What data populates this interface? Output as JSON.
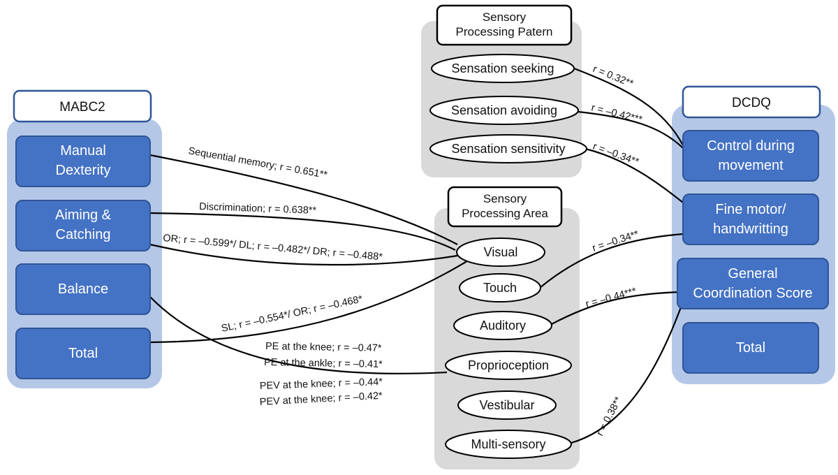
{
  "groups": {
    "mabc2": {
      "title": [
        "MABC2"
      ],
      "items": [
        [
          "Manual",
          "Dexterity"
        ],
        [
          "Aiming &",
          "Catching"
        ],
        [
          "Balance"
        ],
        [
          "Total"
        ]
      ]
    },
    "dcdq": {
      "title": [
        "DCDQ"
      ],
      "items": [
        [
          "Control during",
          "movement"
        ],
        [
          "Fine motor/",
          "handwritting"
        ],
        [
          "General",
          "Coordination Score"
        ],
        [
          "Total"
        ]
      ]
    },
    "spp": {
      "title": [
        "Sensory",
        "Processing Patern"
      ],
      "items": [
        "Sensation seeking",
        "Sensation avoiding",
        "Sensation sensitivity"
      ]
    },
    "spa": {
      "title": [
        "Sensory",
        "Processing Area"
      ],
      "items": [
        "Visual",
        "Touch",
        "Auditory",
        "Proprioception",
        "Vestibular",
        "Multi-sensory"
      ]
    }
  },
  "edges": [
    {
      "from": "Manual Dexterity",
      "to": "Visual",
      "label": "Sequential memory; r = 0.651**"
    },
    {
      "from": "Aiming & Catching",
      "to": "Visual",
      "label": "Discrimination; r = 0.638**"
    },
    {
      "from": "Aiming & Catching",
      "to": "Visual",
      "label": "OR; r = –0.599*/ DL; r = –0.482*/ DR; r = –0.488*"
    },
    {
      "from": "Total",
      "to": "Visual",
      "label": "SL; r = –0.554*/ OR; r = –0.468*"
    },
    {
      "from": "Balance",
      "to": "Proprioception",
      "label": [
        "PE at the knee; r = –0.47*",
        "PE at the ankle; r = –0.41*",
        "PEV at the knee; r = –0.44*",
        "PEV at the knee; r = –0.42*"
      ]
    },
    {
      "from": "Sensation seeking",
      "to": "Control during movement",
      "label": "r = 0.32**"
    },
    {
      "from": "Sensation avoiding",
      "to": "Control during movement",
      "label": "r = –0.42***"
    },
    {
      "from": "Sensation sensitivity",
      "to": "Fine motor/ handwritting",
      "label": "r = –0.34**"
    },
    {
      "from": "Touch",
      "to": "Fine motor/ handwritting",
      "label": "r = –0.34**"
    },
    {
      "from": "Auditory",
      "to": "General Coordination Score",
      "label": "r = –0.44***"
    },
    {
      "from": "Multi-sensory",
      "to": "General Coordination Score",
      "label": "r = 0.38**"
    }
  ],
  "colors": {
    "box_fill": "#4472c4",
    "box_border": "#2f5597",
    "group_bg": "#b4c7e7",
    "panel_bg": "#d9d9d9",
    "edge": "#000000"
  }
}
